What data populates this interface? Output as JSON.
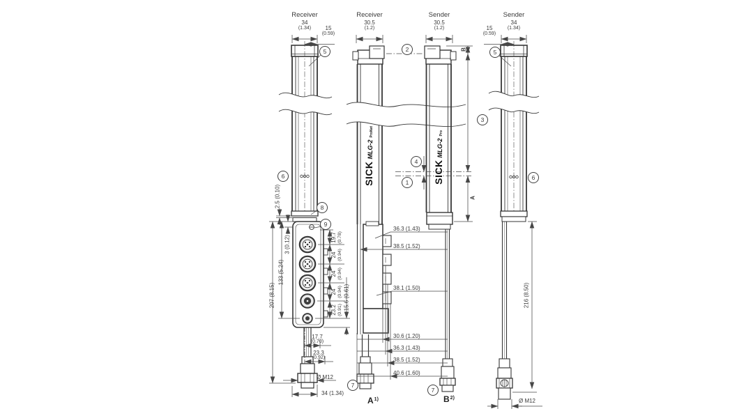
{
  "titles": {
    "receiver_front": "Receiver",
    "receiver_side": "Receiver",
    "sender_side": "Sender",
    "sender_front": "Sender"
  },
  "top_dims": {
    "rf_width_mm": "34",
    "rf_width_in": "(1.34)",
    "rf_offset_mm": "15",
    "rf_offset_in": "(0.59)",
    "rs_depth_mm": "30.5",
    "rs_depth_in": "(1.2)",
    "ss_depth_mm": "30.5",
    "ss_depth_in": "(1.2)",
    "sf_offset_mm": "15",
    "sf_offset_in": "(0.59)",
    "sf_width_mm": "34",
    "sf_width_in": "(1.34)"
  },
  "left_dims": {
    "end_gap": "2.5 (0.10)",
    "screw_offset": "3 (0.12)",
    "module_height": "133 (5.24)",
    "overall": "207 (8.15)"
  },
  "connector_pitch": [
    {
      "mm": "19.7",
      "inch": "(0.78)"
    },
    {
      "mm": "24",
      "inch": "(0.94)"
    },
    {
      "mm": "24",
      "inch": "(0.94)"
    },
    {
      "mm": "24",
      "inch": "(0.94)"
    },
    {
      "mm": "23.2",
      "inch": "(0.91)"
    }
  ],
  "bottom_dims": {
    "d156": "15.6 (0.61)",
    "d177_mm": "17.7",
    "d177_in": "(0.70)",
    "d233_mm": "23.3",
    "d233_in": "(0.92)",
    "m12": "Ø M12",
    "width": "34 (1.34)"
  },
  "side_depth_dims_upper": [
    "36.3 (1.43)",
    "38.5 (1.52)",
    "38.1 (1.50)"
  ],
  "side_depth_dims_lower": [
    "30.6 (1.20)",
    "36.3 (1.43)",
    "38.5 (1.52)",
    "40.6 (1.60)"
  ],
  "sender_dims": {
    "cable_length": "216 (8.50)",
    "m12": "Ø M12"
  },
  "ref_letters": {
    "first_beam": "B",
    "last_beam": "A"
  },
  "view_labels": {
    "a": "A",
    "a_note": "1)",
    "b": "B",
    "b_note": "2)"
  },
  "callouts": {
    "n1": "1",
    "n2": "2",
    "n3": "3",
    "n4": "4",
    "n5": "5",
    "n6": "6",
    "n7": "7",
    "n8": "8",
    "n9": "9"
  },
  "logo": {
    "brand": "SICK",
    "model": "MLG-2",
    "receiver_variant": "ProNet",
    "sender_variant": "Pro"
  }
}
